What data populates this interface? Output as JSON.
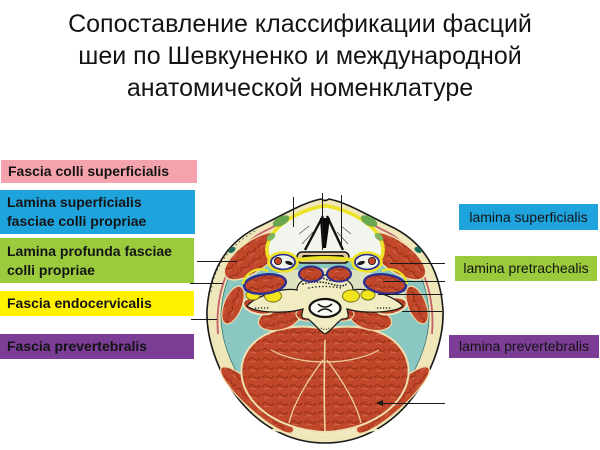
{
  "slide": {
    "background": "#FFFFFF",
    "title_lines": [
      "Сопоставление классификации фасций",
      "шеи по Шевкуненко и международной",
      "анатомической номенклатуре"
    ]
  },
  "left_labels": [
    {
      "name": "fascia-colli-superficialis",
      "lines": [
        "Fascia colli superficialis"
      ],
      "color": "#F4A3AD"
    },
    {
      "name": "lamina-superficialis-fasciae-colli-propriae",
      "lines": [
        "Lamina superficialis",
        "fasciae colli propriae"
      ],
      "color": "#1EA3DD"
    },
    {
      "name": "lamina-profunda-fasciae-colli-propriae",
      "lines": [
        "Lamina profunda fasciae",
        "colli propriae"
      ],
      "color": "#9BCA3D"
    },
    {
      "name": "fascia-endocervicalis",
      "lines": [
        "Fascia endocervicalis"
      ],
      "color": "#FFF100"
    },
    {
      "name": "fascia-prevertebralis",
      "lines": [
        "Fascia prevertebralis"
      ],
      "color": "#7B3D96"
    }
  ],
  "right_labels": [
    {
      "name": "lamina-superficialis",
      "text": "lamina superficialis",
      "color": "#1EA3DD"
    },
    {
      "name": "lamina-pretrachealis",
      "text": "lamina pretrachealis",
      "color": "#9BCA3D"
    },
    {
      "name": "lamina-prevertebralis",
      "text": "lamina prevertebralis",
      "color": "#7B3D96"
    }
  ],
  "illustration": {
    "description": "Transverse anatomical cross-section of the neck showing fascial layers, muscles, larynx, thyroid, vessels and vertebra",
    "palette": {
      "skin_cream": "#EFE7B9",
      "bone_cream": "#F2ECC2",
      "fascia_teal": "#8BC7C2",
      "muscle_red": "#C1472A",
      "muscle_dark": "#8E2D14",
      "vessel_navy": "#2B2E92",
      "fascia_yellow": "#EEE227",
      "cartilage_tan": "#DFC89C",
      "platysma_red": "#C4606A",
      "outline_black": "#1A1A1A"
    }
  }
}
